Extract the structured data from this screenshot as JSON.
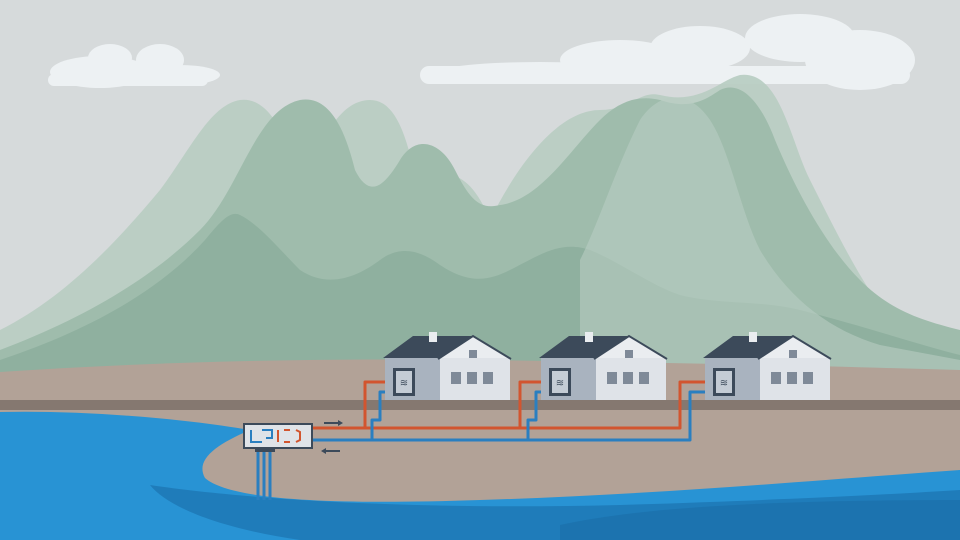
{
  "scene": {
    "description_free": true,
    "elements": {
      "clouds": 2,
      "houses": 3,
      "heat_exchanger_unit": 1
    },
    "colors": {
      "sky": "#d6dadb",
      "mountain_back": "#b9cdc3",
      "mountain_mid": "#9fbcac",
      "mountain_front": "#8fb09f",
      "ground": "#b2a297",
      "road": "#857870",
      "water": "#2893d4",
      "water_dark": "#1f7cba",
      "pipe_hot": "#d2552f",
      "pipe_cold": "#2a7fc0",
      "house_wall": "#a9b3bf",
      "house_wall_light": "#dfe3e8",
      "roof": "#3c4a5a",
      "cloud": "#edf1f3"
    }
  }
}
